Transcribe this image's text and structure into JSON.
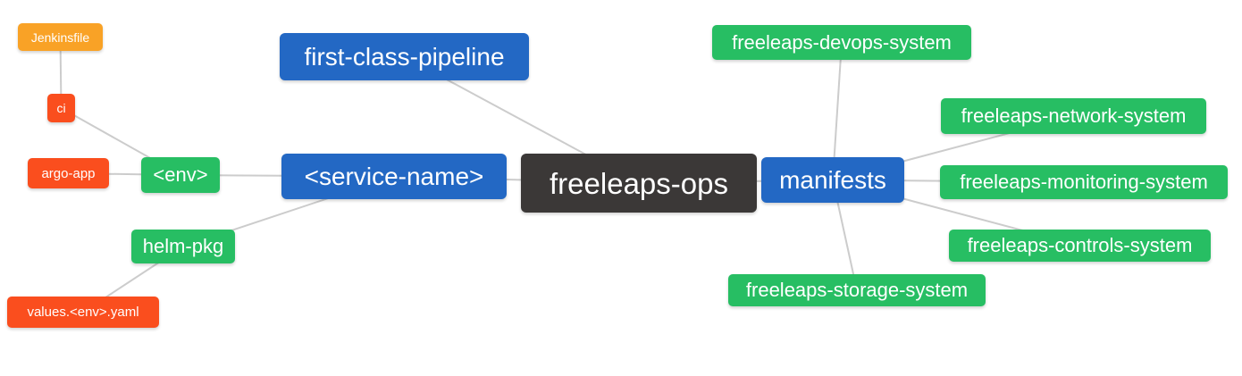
{
  "diagram": {
    "type": "mindmap",
    "palette": {
      "root_bg": "#3B3837",
      "branch_blue": "#2368C4",
      "leaf_green": "#27BE63",
      "leaf_red": "#FA4E1E",
      "leaf_orange": "#F9A226",
      "edge_gray": "#CCCCCC",
      "text": "#FFFFFF",
      "background": "#FFFFFF"
    }
  },
  "nodes": {
    "freeleaps_ops": {
      "label": "freeleaps-ops"
    },
    "first_class_pipeline": {
      "label": "first-class-pipeline"
    },
    "service_name": {
      "label": "<service-name>"
    },
    "env": {
      "label": "<env>"
    },
    "ci": {
      "label": "ci"
    },
    "jenkinsfile": {
      "label": "Jenkinsfile"
    },
    "argo_app": {
      "label": "argo-app"
    },
    "helm_pkg": {
      "label": "helm-pkg"
    },
    "values_env_yaml": {
      "label": "values.<env>.yaml"
    },
    "manifests": {
      "label": "manifests"
    },
    "devops_system": {
      "label": "freeleaps-devops-system"
    },
    "network_system": {
      "label": "freeleaps-network-system"
    },
    "monitoring_system": {
      "label": "freeleaps-monitoring-system"
    },
    "controls_system": {
      "label": "freeleaps-controls-system"
    },
    "storage_system": {
      "label": "freeleaps-storage-system"
    }
  },
  "edges": [
    {
      "from": "jenkinsfile",
      "to": "ci"
    },
    {
      "from": "ci",
      "to": "env"
    },
    {
      "from": "argo_app",
      "to": "env"
    },
    {
      "from": "env",
      "to": "service_name"
    },
    {
      "from": "helm_pkg",
      "to": "service_name"
    },
    {
      "from": "values_env_yaml",
      "to": "helm_pkg"
    },
    {
      "from": "first_class_pipeline",
      "to": "freeleaps_ops"
    },
    {
      "from": "service_name",
      "to": "freeleaps_ops"
    },
    {
      "from": "freeleaps_ops",
      "to": "manifests"
    },
    {
      "from": "manifests",
      "to": "devops_system"
    },
    {
      "from": "manifests",
      "to": "network_system"
    },
    {
      "from": "manifests",
      "to": "monitoring_system"
    },
    {
      "from": "manifests",
      "to": "controls_system"
    },
    {
      "from": "manifests",
      "to": "storage_system"
    }
  ]
}
